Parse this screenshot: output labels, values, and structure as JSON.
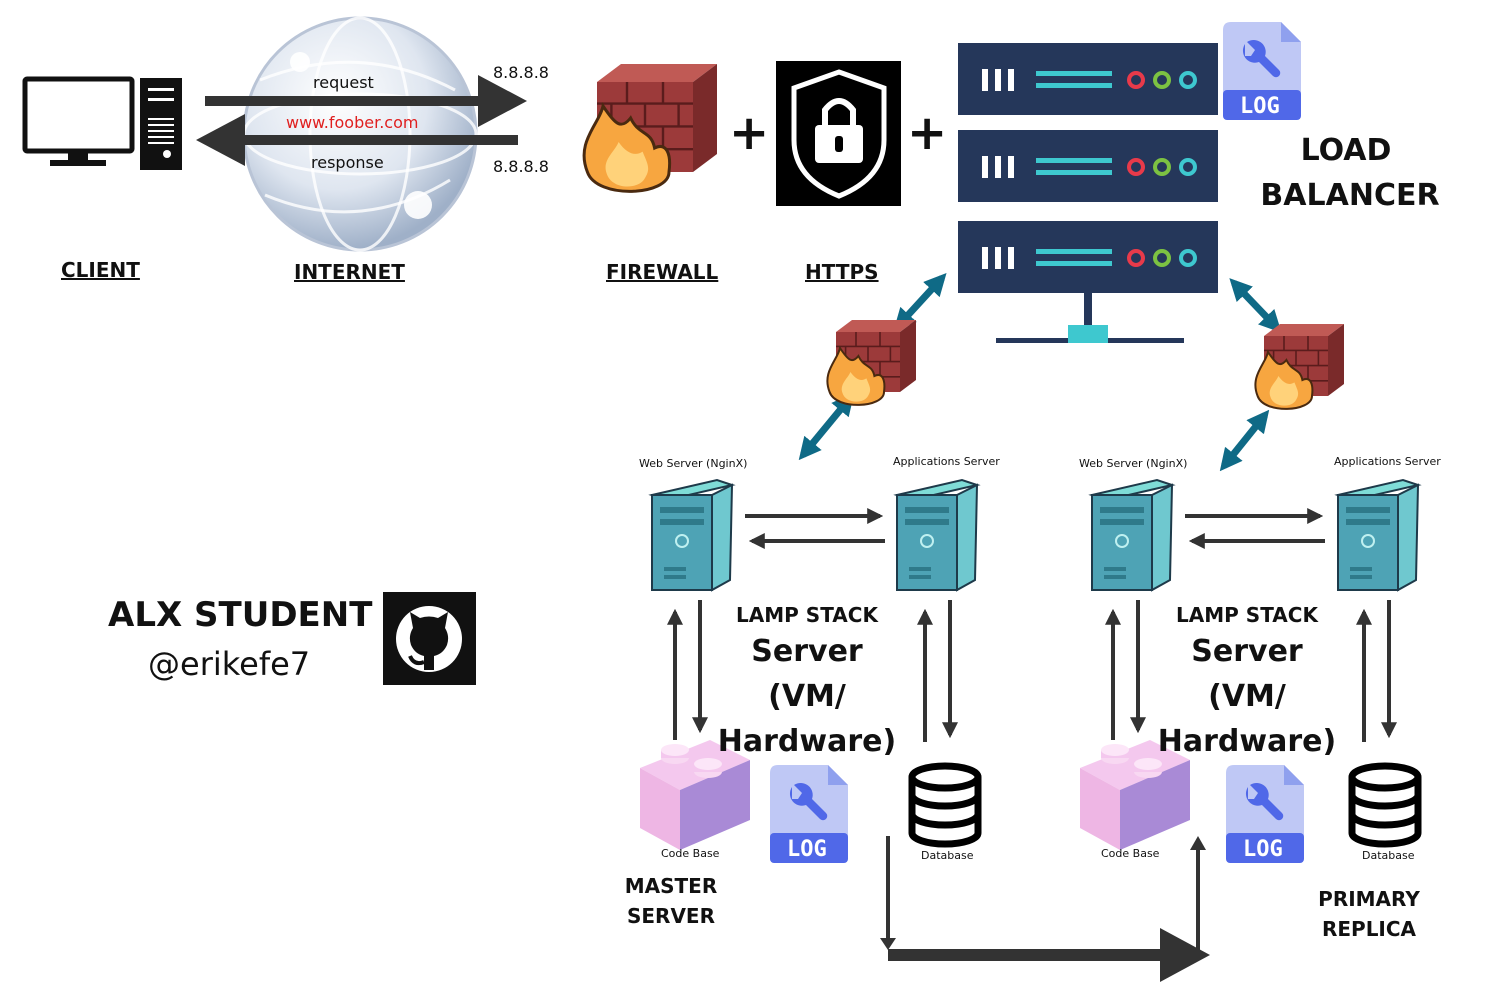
{
  "top": {
    "client_label": "CLIENT",
    "internet_label": "INTERNET",
    "firewall_label": "FIREWALL",
    "https_label": "HTTPS",
    "request_label": "request",
    "response_label": "response",
    "domain_label": "www.foober.com",
    "ip_request": "8.8.8.8",
    "ip_response": "8.8.8.8",
    "plus_1": "+",
    "plus_2": "+"
  },
  "load_balancer": {
    "title_line1": "LOAD",
    "title_line2": "BALANCER",
    "log_badge": "LOG"
  },
  "left_stack": {
    "web_server_label": "Web Server (NginX)",
    "app_server_label": "Applications Server",
    "stack_title": "LAMP STACK",
    "server_line1": "Server",
    "server_line2": "(VM/",
    "server_line3": "Hardware)",
    "code_base_label": "Code Base",
    "database_label": "Database",
    "log_badge": "LOG",
    "role_line1": "MASTER",
    "role_line2": "SERVER"
  },
  "right_stack": {
    "web_server_label": "Web Server (NginX)",
    "app_server_label": "Applications Server",
    "stack_title": "LAMP STACK",
    "server_line1": "Server",
    "server_line2": "(VM/",
    "server_line3": "Hardware)",
    "code_base_label": "Code Base",
    "database_label": "Database",
    "log_badge": "LOG",
    "role_line1": "PRIMARY",
    "role_line2": "REPLICA"
  },
  "author": {
    "title": "ALX STUDENT",
    "handle": "@erikefe7"
  },
  "colors": {
    "server_navy": "#25375a",
    "server_teal": "#3ec8cf",
    "arrow_teal": "#0f6a86",
    "brick": "#9c3a3a",
    "flame": "#f7a640",
    "log_blue": "#5068e8",
    "log_light": "#bfc8f5",
    "lego_pink": "#eeb6e4",
    "node_teal": "#4ea3b5",
    "link_red": "#e02020"
  }
}
